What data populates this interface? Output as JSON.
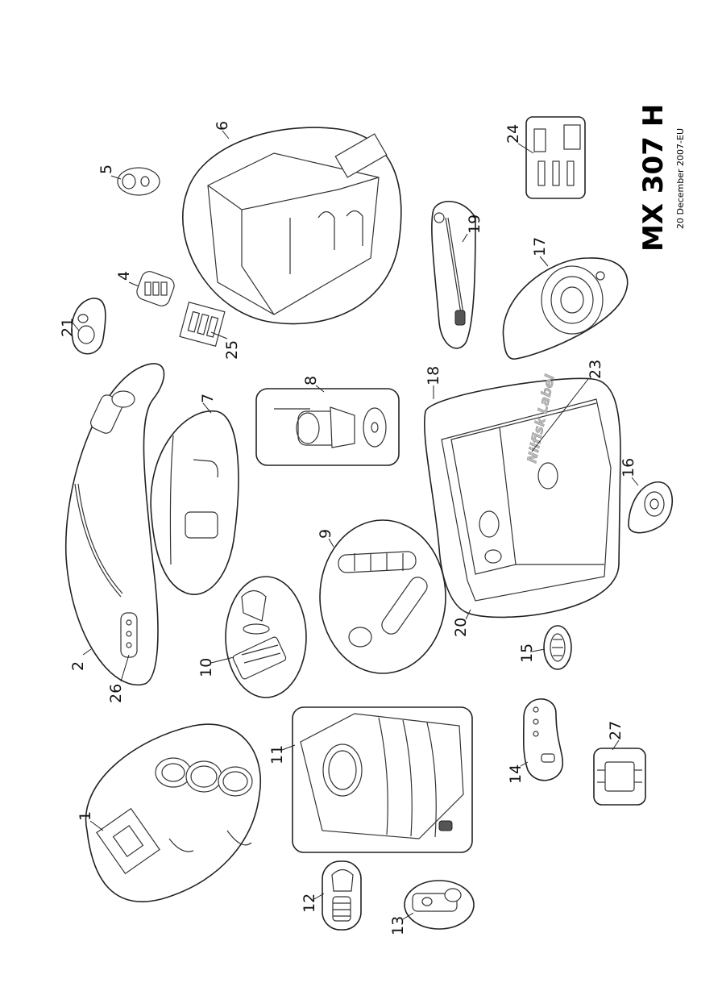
{
  "title": "MX 307 H",
  "subtitle": "20 December 2007-EU",
  "label_text": "Nilfisk Label",
  "callouts": [
    "1",
    "2",
    "4",
    "5",
    "6",
    "7",
    "8",
    "9",
    "10",
    "11",
    "12",
    "13",
    "14",
    "15",
    "16",
    "17",
    "18",
    "19",
    "20",
    "21",
    "23",
    "24",
    "25",
    "26",
    "27"
  ]
}
